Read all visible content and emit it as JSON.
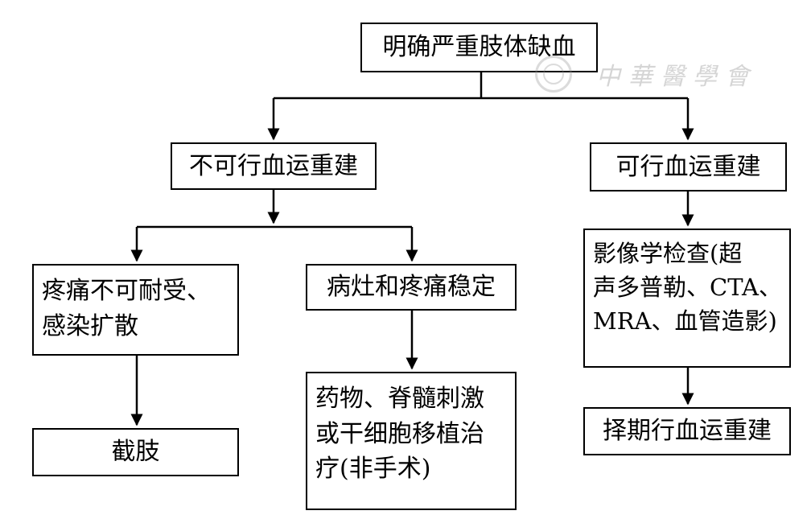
{
  "nodes": {
    "root": "明确严重肢体缺血",
    "no_revasc": "不可行血运重建",
    "revasc": "可行血运重建",
    "pain_unbearable": [
      "疼痛不可耐受、",
      "感染扩散"
    ],
    "stable": "病灶和疼痛稳定",
    "amputation": "截肢",
    "nonsurgical": [
      "药物、脊髓刺激",
      "或干细胞移植治",
      "疗(非手术)"
    ],
    "imaging": [
      "影像学检查(超",
      "声多普勒、CTA、",
      "MRA、血管造影)"
    ],
    "elective": "择期行血运重建"
  },
  "watermark": {
    "text": "中華醫學會"
  },
  "colors": {
    "line": "#000000",
    "box_border": "#000000",
    "background": "#ffffff",
    "watermark": "#8a8a8a"
  }
}
